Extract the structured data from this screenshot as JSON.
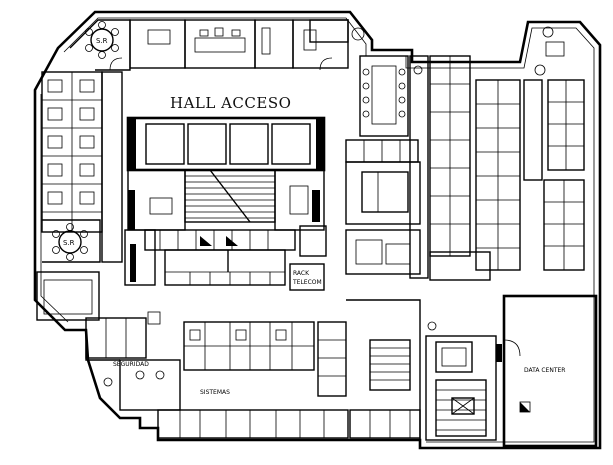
{
  "labels": {
    "hall": "HALL ACCESO",
    "sr_top": "S.R",
    "sr_left": "S.R",
    "rack_line1": "RACK",
    "rack_line2": "TELECOM",
    "seguridad": "SEGURIDAD",
    "sistemas": "SISTEMAS",
    "data_center": "DATA CENTER"
  }
}
